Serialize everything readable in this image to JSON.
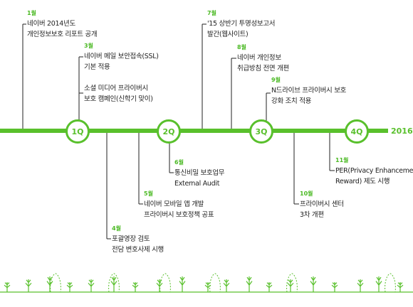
{
  "timeline": {
    "year": "2016",
    "quarters": [
      "1Q",
      "2Q",
      "3Q",
      "4Q"
    ],
    "accent_color": "#59c02c"
  },
  "events": [
    {
      "month": "1월",
      "lines": [
        "네이버 2014년도",
        "개인정보보호 리포트 공개"
      ]
    },
    {
      "month": "3월",
      "lines": [
        "네이버 메일 보안접속(SSL)",
        "기본 적용"
      ]
    },
    {
      "month": "",
      "lines": [
        "소셜 미디어 프라이버시",
        "보호 캠페인(신학기 맞이)"
      ]
    },
    {
      "month": "4월",
      "lines": [
        "포괄영장 검토",
        "전담 변호사제 시행"
      ]
    },
    {
      "month": "5월",
      "lines": [
        "네이버 모바일 앱 개발",
        "프라이버시 보호정책 공표"
      ]
    },
    {
      "month": "6월",
      "lines": [
        "통신비밀 보호업무",
        "External Audit"
      ]
    },
    {
      "month": "7월",
      "lines": [
        "'15 상반기 투명성보고서",
        "발간(웹사이트)"
      ]
    },
    {
      "month": "8월",
      "lines": [
        "네이버 개인정보",
        "취급방침 전면 개편"
      ]
    },
    {
      "month": "9월",
      "lines": [
        "N드라이브 프라이버시 보호",
        "강화 조치 적용"
      ]
    },
    {
      "month": "10월",
      "lines": [
        "프라이버시 센터",
        "3차 개편"
      ]
    },
    {
      "month": "11월",
      "lines": [
        "PER(Privacy Enhancement",
        "Reward) 제도 시행"
      ]
    }
  ]
}
